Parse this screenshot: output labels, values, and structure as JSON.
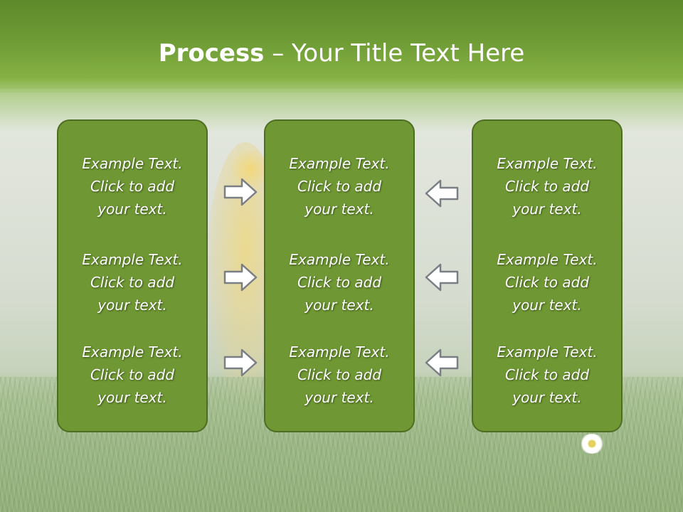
{
  "title": {
    "bold": "Process",
    "rest": " – Your Title Text Here"
  },
  "columns": [
    {
      "items": [
        "Example Text.\nClick  to add\nyour text.",
        "Example Text.\nClick  to add\nyour text.",
        "Example Text.\nClick  to add\nyour text."
      ]
    },
    {
      "items": [
        "Example Text.\nClick  to add\nyour text.",
        "Example Text.\nClick  to add\nyour text.",
        "Example Text.\nClick  to add\nyour text."
      ]
    },
    {
      "items": [
        "Example Text.\nClick  to add\nyour text.",
        "Example Text.\nClick  to add\nyour text.",
        "Example Text.\nClick  to add\nyour text."
      ]
    }
  ],
  "arrows": {
    "left_to_center": "right-arrow-icon",
    "right_to_center": "left-arrow-icon"
  },
  "colors": {
    "title_band": "#6f9c35",
    "box_fill": "#6f9733",
    "box_border": "#4d6e22",
    "arrow_fill": "#ffffff",
    "arrow_stroke": "#7a7f86"
  }
}
